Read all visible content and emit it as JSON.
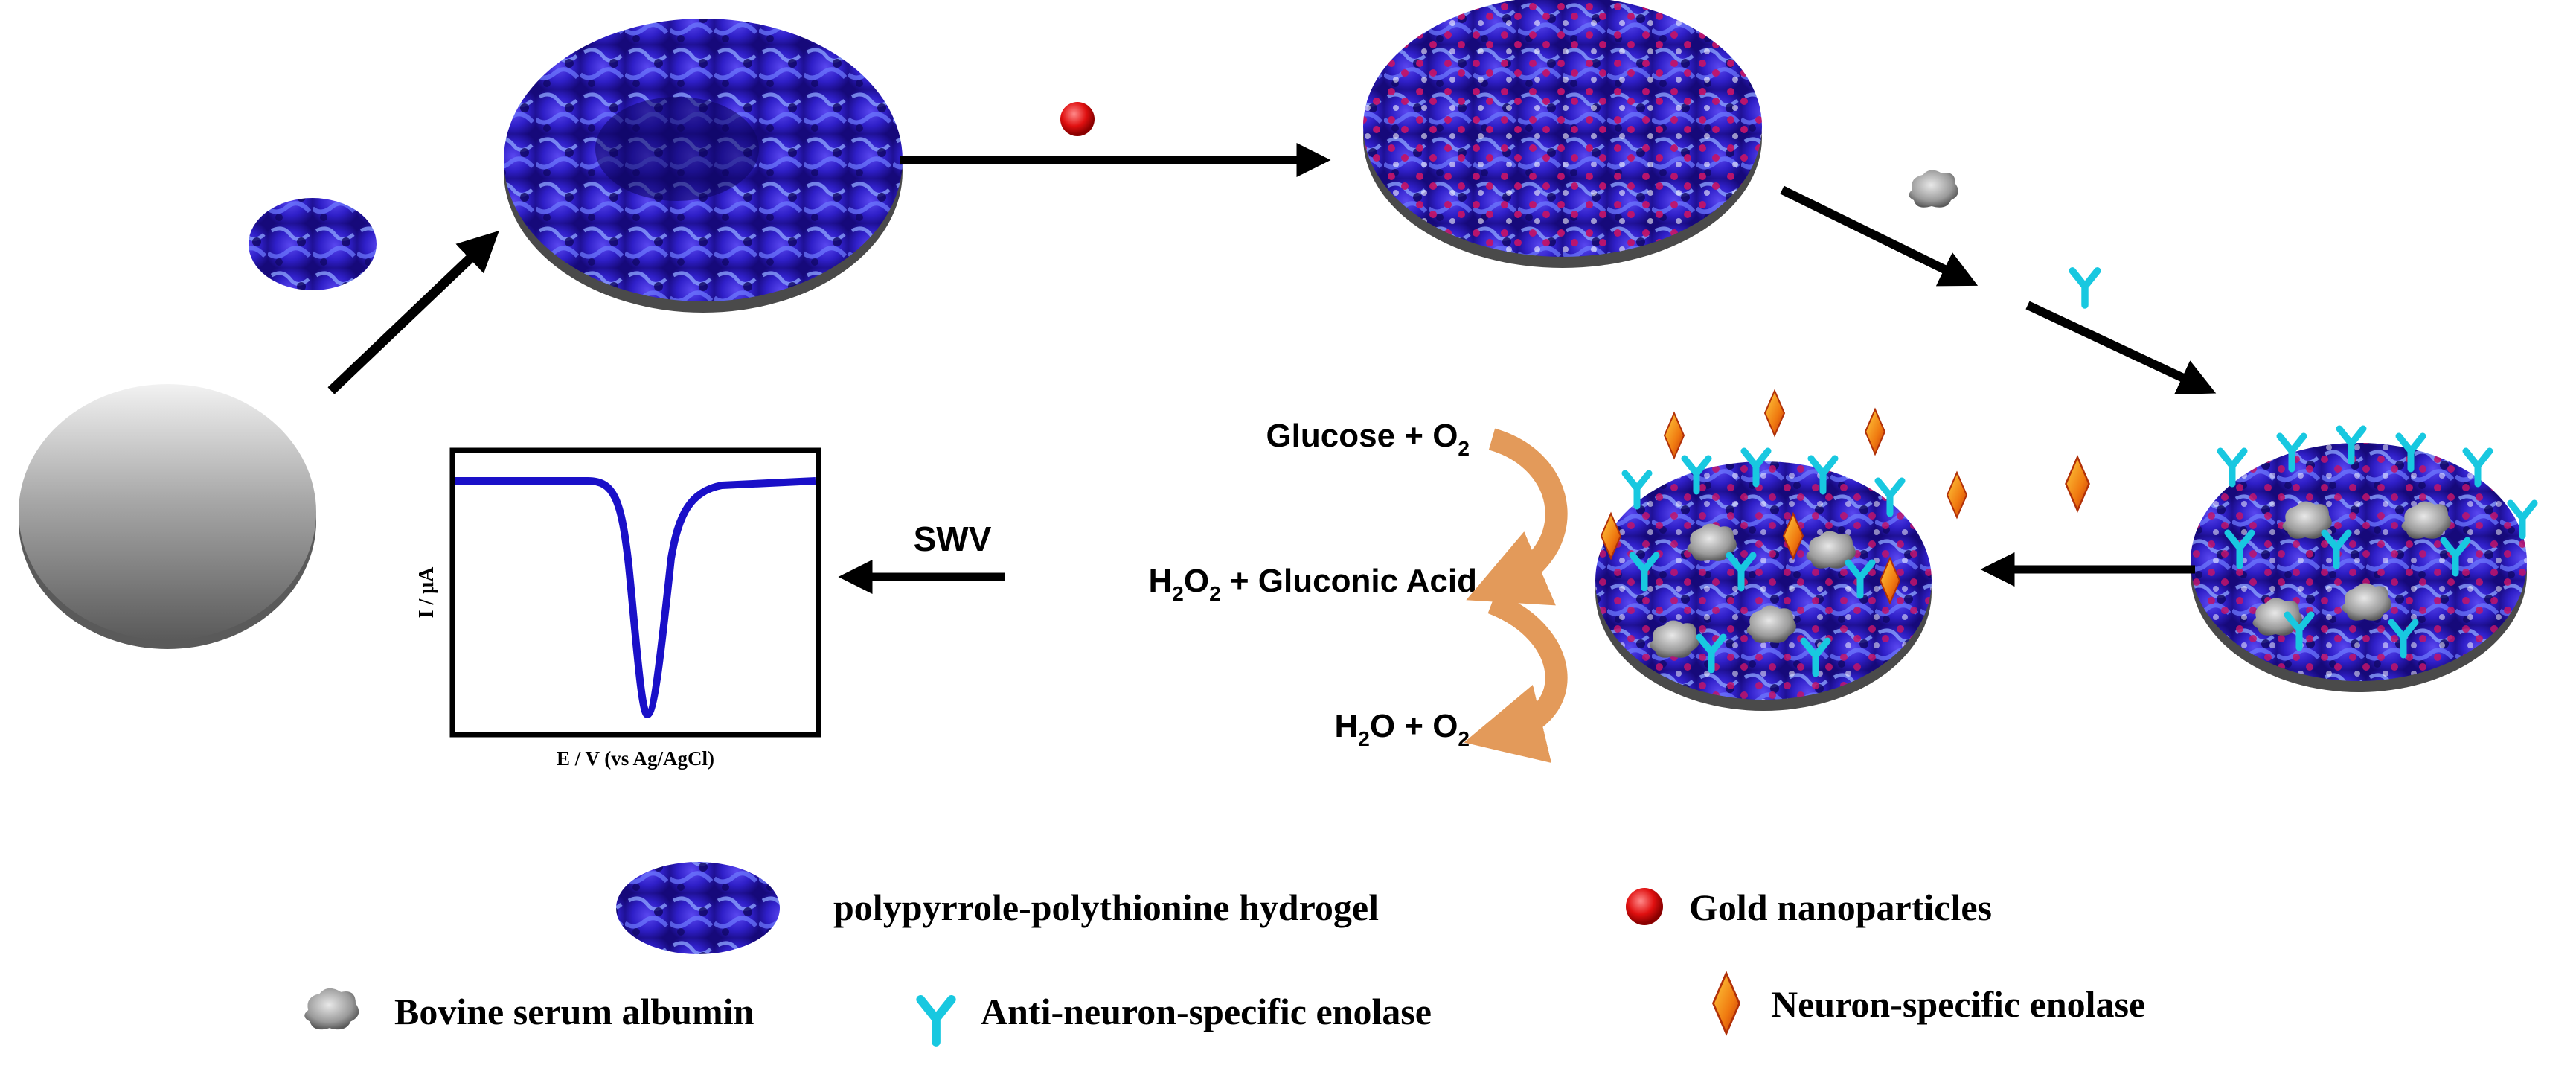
{
  "colors": {
    "hydrogel_dark": "#1b0f8c",
    "hydrogel_mid": "#3a2ad8",
    "hydrogel_light": "#8fa6ff",
    "gold_np": "#e01010",
    "antibody": "#18c8e0",
    "antigen_outer": "#e05a10",
    "antigen_inner": "#ffb020",
    "bsa": "#9a9a9a",
    "arrow": "#000000",
    "curved_arrow": "#e39a5a",
    "swv_curve": "#1a10c8",
    "electrode": "#9a9a9a"
  },
  "reaction": {
    "glucose": "Glucose + O",
    "glucose_sub": "2",
    "h2o2_pre": "H",
    "h2o2_sub1": "2",
    "h2o2_mid": "O",
    "h2o2_sub2": "2",
    "h2o2_post": " + Gluconic Acid",
    "water_pre": "H",
    "water_sub": "2",
    "water_mid": "O + O",
    "water_sub2": "2"
  },
  "swv_label": "SWV",
  "swv_plot": {
    "ylabel": "I / μA",
    "xlabel": "E / V (vs Ag/AgCl)"
  },
  "legend": {
    "hydrogel": "polypyrrole-polythionine hydrogel",
    "gold": "Gold nanoparticles",
    "bsa": "Bovine serum albumin",
    "anti_nse": "Anti-neuron-specific enolase",
    "nse": "Neuron-specific enolase"
  },
  "icons": {
    "hydrogel": "hydrogel-disk-icon",
    "gold": "gold-nanoparticle-icon",
    "bsa": "bsa-blob-icon",
    "antibody": "antibody-y-icon",
    "antigen": "nse-diamond-icon"
  }
}
